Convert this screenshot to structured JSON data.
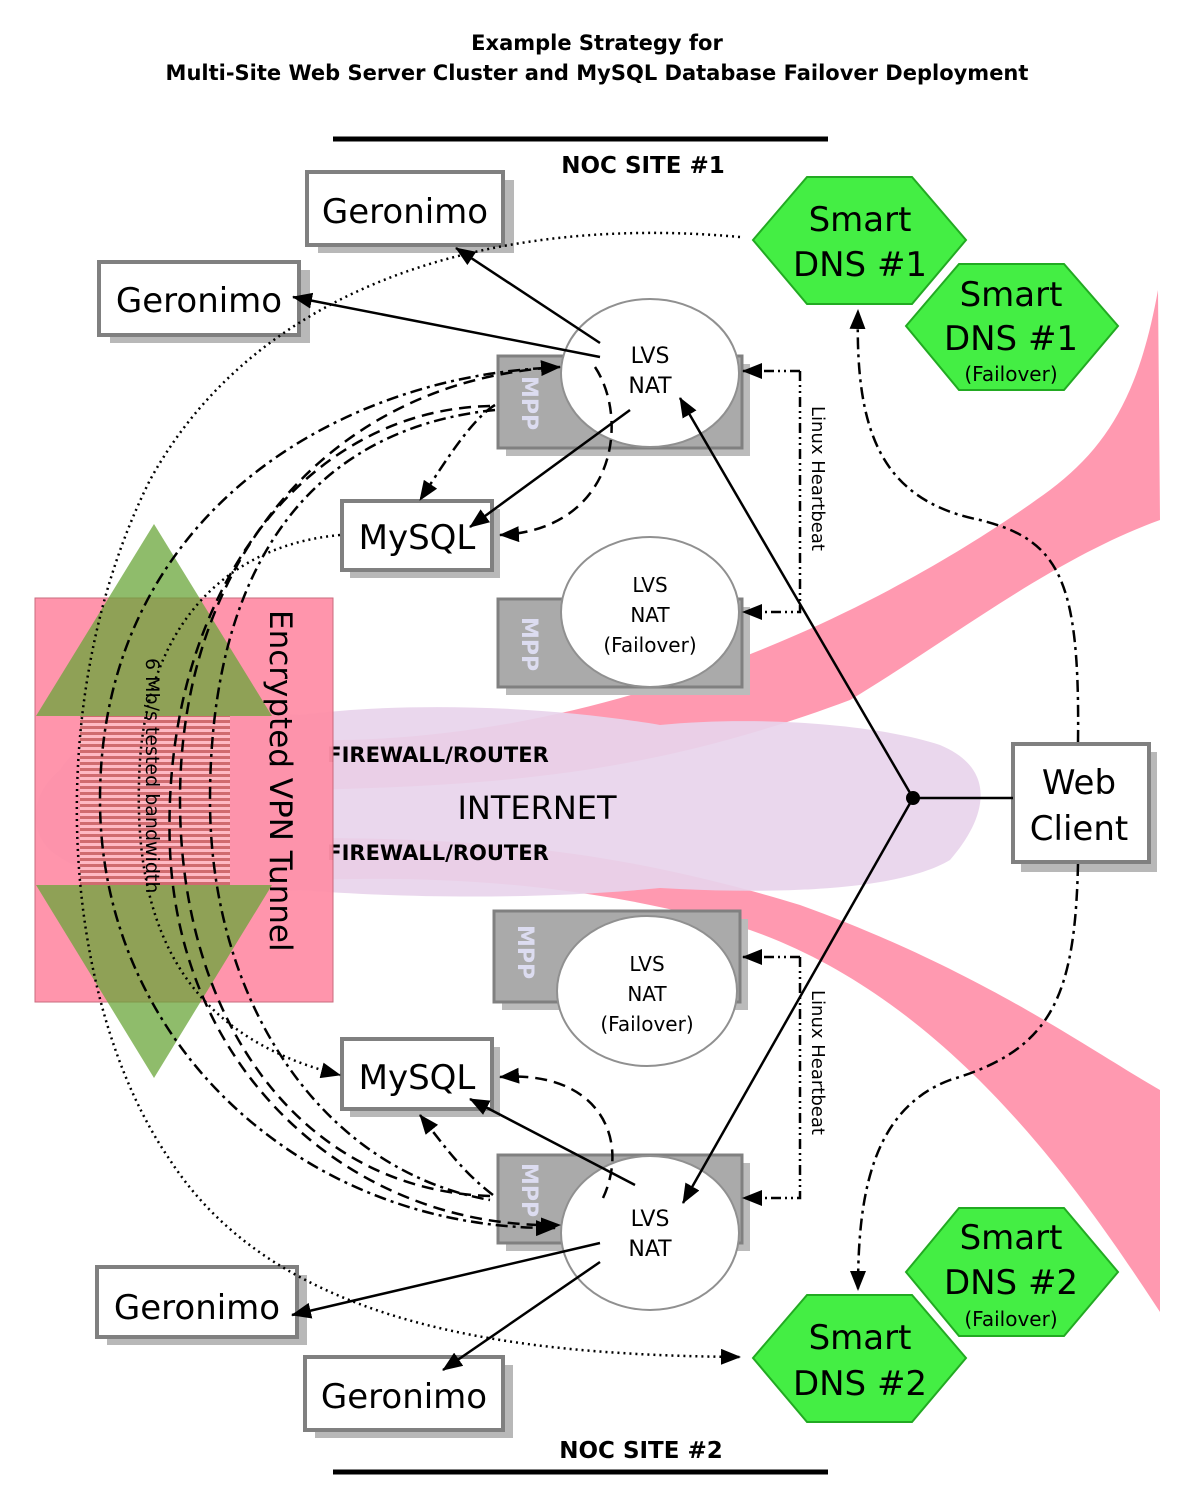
{
  "title": {
    "line1": "Example Strategy for",
    "line2": "Multi-Site Web Server Cluster and MySQL Database Failover Deployment"
  },
  "sites": {
    "site1": "NOC SITE #1",
    "site2": "NOC SITE #2"
  },
  "servers": {
    "geronimo": "Geronimo",
    "mysql": "MySQL",
    "web_client_line1": "Web",
    "web_client_line2": "Client"
  },
  "lvs": {
    "line1": "LVS",
    "line2": "NAT",
    "failover": "(Failover)"
  },
  "mpp": "MPP",
  "dns": {
    "smart": "Smart",
    "dns1": "DNS #1",
    "dns2": "DNS #2",
    "failover": "(Failover)"
  },
  "network": {
    "firewall": "FIREWALL/ROUTER",
    "internet": "INTERNET",
    "heartbeat": "Linux Heartbeat",
    "vpn": "Encrypted VPN Tunnel",
    "bandwidth": "6 Mb/s tested bandwidth"
  },
  "colors": {
    "dns_green": "#44ee44",
    "beam_pink": "#ff99b0",
    "vpn_green": "#6aa53a",
    "cloud": "#e8d4ec"
  }
}
